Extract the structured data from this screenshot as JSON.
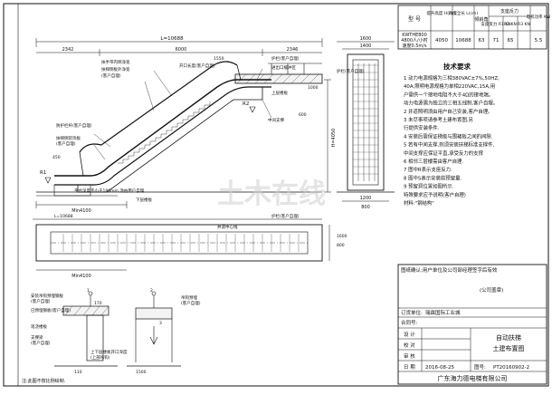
{
  "spec_table": {
    "headers": [
      "型 号",
      "提升高度 H(cm)",
      "跨度全长 L(cm)",
      "倾斜角",
      "支座反力 R1 KN",
      "R2 KN",
      "R3 KN",
      "电机功率 KW"
    ],
    "row": [
      "KWTHE800",
      "4050",
      "10688",
      "63",
      "71",
      "65",
      "",
      "5.5"
    ],
    "extra_lines": [
      "4800人/小时",
      "速度0.5m/s"
    ]
  },
  "tech_title": "技术要求",
  "tech_requirements": [
    "1 动力电源规格为三相380VAC±7%,50HZ,",
    "  40A,照明电源规格为单相220VAC,15A,用",
    "  户需供一个接地电阻不大于4Ω的接地端。",
    "  动力电源需为独立的三相五线制,客户自理。",
    "2 井道照明须由用户自己安装,客户自理。",
    "3 未尽事项请参考土建布置图,另",
    "  行提供安装条件.",
    "4 安装后需保证梯级与围裙板之间的间隙.",
    "5 若有中间支撑,则须安装扶梯标准支撑件,",
    "  中间支撑应保证平直,承受反力的支撑",
    "6 相邻三层楼需由客户自理.",
    "7 图中R表示支座反力.",
    "8 图中S表示安装前预留量.",
    "9 预留洞位置如图所示.",
    "  特殊要求应予说明(客户自理)",
    "  材料:\"钢结构\""
  ],
  "side_view": {
    "L_dim": "L=10688",
    "dims_top": [
      "2342",
      "6000",
      "2346"
    ],
    "H_dim": "H=4050",
    "notes": [
      "扶手带内侧净宽",
      "护栏(客户自理)",
      "开口长度(客户自理)",
      "扶梯侧板外净宽",
      "(客户自理)",
      "进出口缓冲区",
      "防护栏杆(客户自理)",
      "扶梯侧装饰板",
      "(客户自理)",
      "上层楼板",
      "中间支撑",
      "下层楼板"
    ],
    "bottom_notes": [
      "平台深度不小于180mm,须由用户自理",
      "Min4100"
    ],
    "R_labels": [
      "R1",
      "R2"
    ],
    "small_dims": [
      "450",
      "600",
      "1000",
      "1550"
    ]
  },
  "end_view": {
    "dims": [
      "1600",
      "1400",
      "1200",
      "800"
    ],
    "label": "护栏(客户自理)"
  },
  "plan_view": {
    "labels": [
      "护栏(客户自理)",
      "井道中心线",
      "Min4100"
    ],
    "top_note": "L=10688",
    "dims": [
      "1600",
      "800"
    ]
  },
  "detail_view": {
    "labels": [
      "安装吊钩预埋钢板",
      "(客户自理)",
      "已预埋钢板(客户自理)",
      "现浇楼板",
      "支撑梁",
      "(客户自理)",
      "上下层楼板开口深度",
      "(上部吊钩)",
      "吊钩预埋",
      "(客户自理)"
    ],
    "dims": [
      "1",
      "170",
      "2",
      "3",
      "1500",
      "110"
    ]
  },
  "title_block": {
    "confirm_label": "图纸确认:用户单位及公司部经理签字后有效",
    "company_stamp": "(公司盖章)",
    "order_unit_label": "订货单位:",
    "order_unit": "瑞霖国际工业城",
    "contract_label": "合同号:",
    "row_labels": [
      "设 计",
      "校 对",
      "审 核",
      "日 期"
    ],
    "date": "2016-08-25",
    "drawing_no_label": "图号:",
    "drawing_no": "PT20160902-2",
    "drawing_title_1": "自动扶梯",
    "drawing_title_2": "土建布置图",
    "company": "广东海力德电梯有限公司"
  },
  "footer_note": "注:此图不按比例绘制.",
  "watermark": "土木在线"
}
